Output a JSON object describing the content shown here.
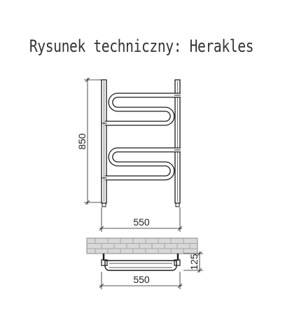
{
  "title": "Rysunek techniczny: Herakles",
  "dimensions": {
    "height": "850",
    "width_front": "550",
    "width_top": "550",
    "depth": "125"
  },
  "colors": {
    "line": "#1a1a1a",
    "wall": "#d8d8d8",
    "brick": "#ffffff"
  }
}
